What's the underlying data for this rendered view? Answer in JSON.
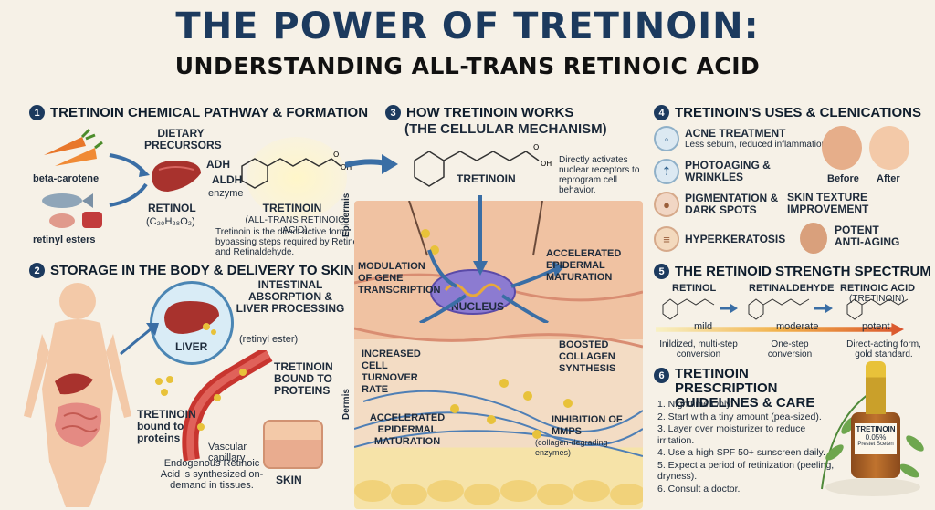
{
  "title": "THE POWER OF TRETINOIN:",
  "subtitle": "UNDERSTANDING ALL-TRANS RETINOIC ACID",
  "s1": {
    "num": "1",
    "heading": "TRETINOIN CHEMICAL PATHWAY & FORMATION",
    "beta": "beta-carotene",
    "esters": "retinyl esters",
    "dietary": "DIETARY PRECURSORS",
    "retinol": "RETINOL",
    "formula": "(C₂₀H₂₈O₂)",
    "adh": "ADH",
    "aldh": "ALDH",
    "enzyme": "enzyme",
    "tret": "TRETINOIN",
    "tret_sub": "(ALL-TRANS RETINOIC ACID)",
    "note": "Tretinoin is the direct active form, bypassing steps required by Retinol and Retinaldehyde."
  },
  "s2": {
    "num": "2",
    "heading": "STORAGE IN THE BODY & DELIVERY TO SKIN",
    "intestinal": "INTESTINAL ABSORPTION & LIVER PROCESSING",
    "liver": "LIVER",
    "retinyl": "(retinyl ester)",
    "bound_caps": "TRETINOIN BOUND TO PROTEINS",
    "bound_low": "TRETINOIN bound to proteins",
    "vascular": "Vascular capillary",
    "skin": "SKIN",
    "endogenous": "Endogenous Retinoic Acid is synthesized on-demand in tissues."
  },
  "s3": {
    "num": "3",
    "heading": "HOW TRETINOIN WORKS",
    "heading2": "(THE CELLULAR MECHANISM)",
    "tret": "TRETINOIN",
    "activates": "Directly activates nuclear receptors to reprogram cell behavior.",
    "epidermis": "Epidermis",
    "dermis": "Dermis",
    "modulation": "MODULATION OF GENE TRANSCRIPTION",
    "accel1": "ACCELERATED EPIDERMAL MATURATION",
    "nucleus": "NUCLEUS",
    "increased": "INCREASED CELL TURNOVER RATE",
    "boosted": "BOOSTED COLLAGEN SYNTHESIS",
    "accel2": "ACCELERATED EPIDERMAL MATURATION",
    "inhibition": "INHIBITION OF MMPS",
    "inhibition_sub": "(collagen-degrading enzymes)"
  },
  "s4": {
    "num": "4",
    "heading": "TRETINOIN'S USES & CLENICATIONS",
    "acne": "ACNE TREATMENT",
    "acne_sub": "Less sebum, reduced inflammation",
    "photo": "PHOTOAGING & WRINKLES",
    "before": "Before",
    "after": "After",
    "pigment": "PIGMENTATION & DARK SPOTS",
    "texture": "SKIN TEXTURE IMPROVEMENT",
    "hyper": "HYPERKERATOSIS",
    "potent": "POTENT ANTI-AGING"
  },
  "s5": {
    "num": "5",
    "heading": "THE RETINOID STRENGTH SPECTRUM",
    "retinol": "RETINOL",
    "retinal": "RETINALDEHYDE",
    "acid": "RETINOIC ACID",
    "acid_sub": "(TRETINOIN)",
    "mild": "mild",
    "moderate": "moderate",
    "potent": "potent",
    "d1": "Inildized, multi-step conversion",
    "d2": "One-step conversion",
    "d3": "Direct-acting form, gold standard."
  },
  "s6": {
    "num": "6",
    "heading": "TRETINOIN PRESCRIPTION GUIDELINES & CARE",
    "items": [
      "1. Nighttime Only.",
      "2. Start with a tiny amount (pea-sized).",
      "3. Layer over moisturizer to reduce irritation.",
      "4. Use a high SPF 50+ sunscreen daily.",
      "5. Expect a period of retinization (peeling, dryness).",
      "6. Consult a doctor."
    ],
    "bottle": "TRETINOIN",
    "bottle_pct": "0.05%",
    "bottle_small": "Prestet Sceten"
  },
  "colors": {
    "navy": "#1c3a5e",
    "skin": "#f3c9a8",
    "gold": "#e8c23a"
  }
}
